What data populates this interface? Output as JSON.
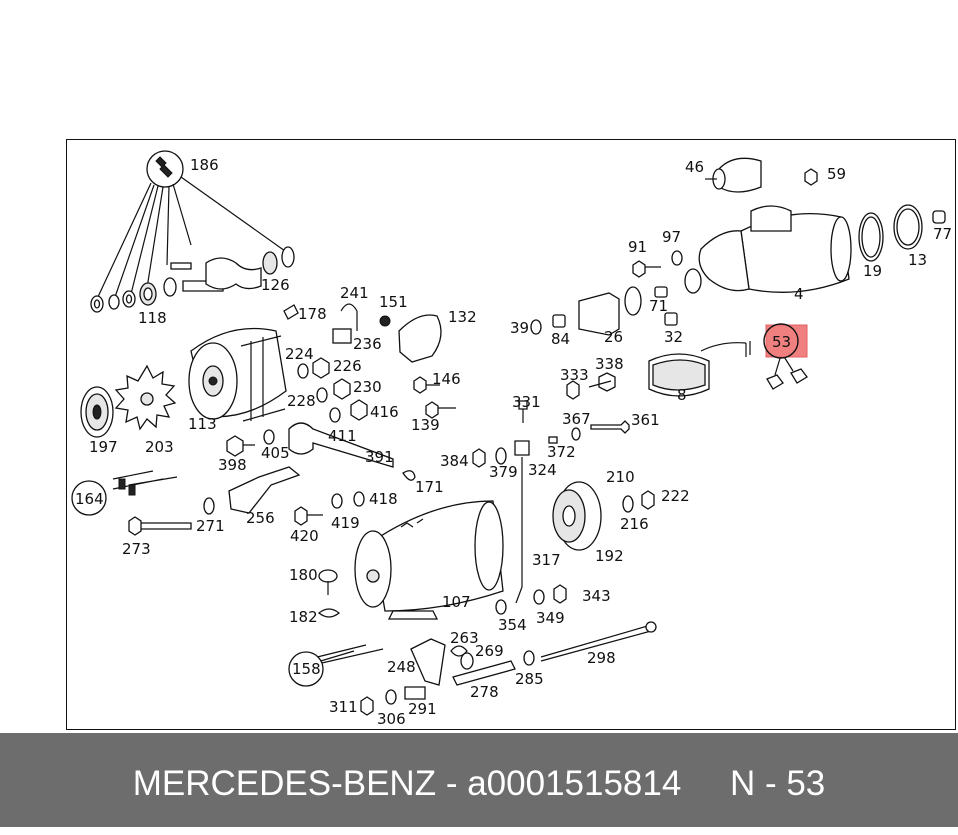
{
  "footer": {
    "brand": "MERCEDES-BENZ",
    "part_number": "a0001515814",
    "position_ref": "N - 53"
  },
  "highlight": {
    "label": "53",
    "color": "#f08080"
  },
  "callouts": [
    {
      "id": "186"
    },
    {
      "id": "118"
    },
    {
      "id": "126"
    },
    {
      "id": "178"
    },
    {
      "id": "241"
    },
    {
      "id": "151"
    },
    {
      "id": "236"
    },
    {
      "id": "132"
    },
    {
      "id": "224"
    },
    {
      "id": "226"
    },
    {
      "id": "230"
    },
    {
      "id": "228"
    },
    {
      "id": "416"
    },
    {
      "id": "146"
    },
    {
      "id": "139"
    },
    {
      "id": "411"
    },
    {
      "id": "197"
    },
    {
      "id": "203"
    },
    {
      "id": "113"
    },
    {
      "id": "398"
    },
    {
      "id": "405"
    },
    {
      "id": "391"
    },
    {
      "id": "46"
    },
    {
      "id": "59"
    },
    {
      "id": "91"
    },
    {
      "id": "97"
    },
    {
      "id": "77"
    },
    {
      "id": "19"
    },
    {
      "id": "13"
    },
    {
      "id": "4"
    },
    {
      "id": "39"
    },
    {
      "id": "84"
    },
    {
      "id": "26"
    },
    {
      "id": "71"
    },
    {
      "id": "32"
    },
    {
      "id": "333"
    },
    {
      "id": "338"
    },
    {
      "id": "8"
    },
    {
      "id": "331"
    },
    {
      "id": "367"
    },
    {
      "id": "361"
    },
    {
      "id": "372"
    },
    {
      "id": "384"
    },
    {
      "id": "379"
    },
    {
      "id": "324"
    },
    {
      "id": "210"
    },
    {
      "id": "222"
    },
    {
      "id": "216"
    },
    {
      "id": "192"
    },
    {
      "id": "171"
    },
    {
      "id": "418"
    },
    {
      "id": "164"
    },
    {
      "id": "271"
    },
    {
      "id": "256"
    },
    {
      "id": "420"
    },
    {
      "id": "419"
    },
    {
      "id": "273"
    },
    {
      "id": "317"
    },
    {
      "id": "343"
    },
    {
      "id": "349"
    },
    {
      "id": "354"
    },
    {
      "id": "107"
    },
    {
      "id": "180"
    },
    {
      "id": "182"
    },
    {
      "id": "263"
    },
    {
      "id": "269"
    },
    {
      "id": "248"
    },
    {
      "id": "298"
    },
    {
      "id": "158"
    },
    {
      "id": "285"
    },
    {
      "id": "278"
    },
    {
      "id": "311"
    },
    {
      "id": "306"
    },
    {
      "id": "291"
    }
  ]
}
